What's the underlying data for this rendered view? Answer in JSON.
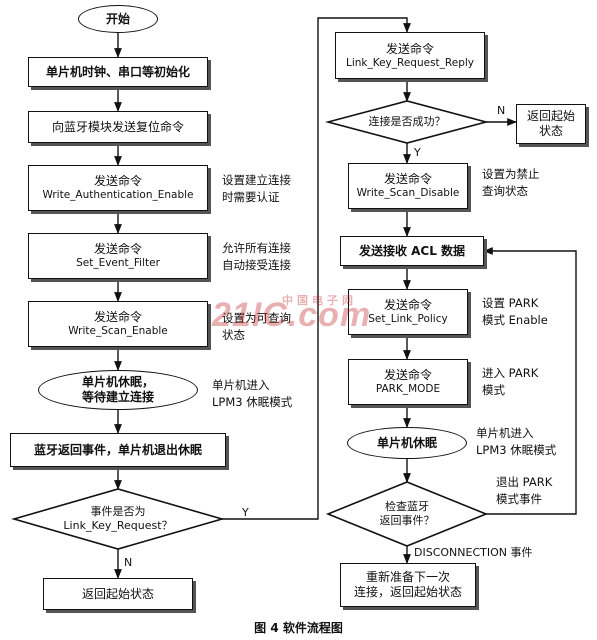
{
  "nodes": {
    "start": "开始",
    "init": "单片机时钟、串口等初始化",
    "reset": "向蓝牙模块发送复位命令",
    "write_auth": {
      "l1": "发送命令",
      "l2": "Write_Authentication_Enable"
    },
    "set_event": {
      "l1": "发送命令",
      "l2": "Set_Event_Filter"
    },
    "write_scan": {
      "l1": "发送命令",
      "l2": "Write_Scan_Enable"
    },
    "sleep1": {
      "l1": "单片机休眠，",
      "l2": "等待建立连接"
    },
    "wake": "蓝牙返回事件，单片机退出休眠",
    "check_req": {
      "l1": "事件是否为",
      "l2": "Link_Key_Request？"
    },
    "return1": "返回起始状态",
    "reply": {
      "l1": "发送命令",
      "l2": "Link_Key_Request_Reply"
    },
    "conn_ok": "连接是否成功？",
    "return2": {
      "l1": "返回起始",
      "l2": "状态"
    },
    "scan_disable": {
      "l1": "发送命令",
      "l2": "Write_Scan_Disable"
    },
    "acl": "发送接收 ACL 数据",
    "link_policy": {
      "l1": "发送命令",
      "l2": "Set_Link_Policy"
    },
    "park": {
      "l1": "发送命令",
      "l2": "PARK_MODE"
    },
    "sleep2": "单片机休眠",
    "check_evt": {
      "l1": "检查蓝牙",
      "l2": "返回事件？"
    },
    "reprepare": {
      "l1": "重新准备下一次",
      "l2": "连接，返回起始状态"
    }
  },
  "notes": {
    "write_auth": "设置建立连接\n时需要认证",
    "set_event": "允许所有连接\n自动接受连接",
    "write_scan": "设置为可查询\n状态",
    "sleep1": "单片机进入\nLPM3 休眠模式",
    "scan_disable": "设置为禁止\n查询状态",
    "link_policy": "设置 PARK\n模式 Enable",
    "park": "进入 PARK\n模式",
    "sleep2": "单片机进入\nLPM3 休眠模式",
    "exit_park": "退出 PARK\n模式事件"
  },
  "labels": {
    "yes_main": "Y",
    "no_main": "N",
    "no_conn": "N",
    "yes_conn": "Y",
    "disconnection": "DISCONNECTION 事件"
  },
  "watermark": {
    "main": "21IC.com",
    "cn": "中国电子网"
  },
  "caption": "图 4  软件流程图"
}
